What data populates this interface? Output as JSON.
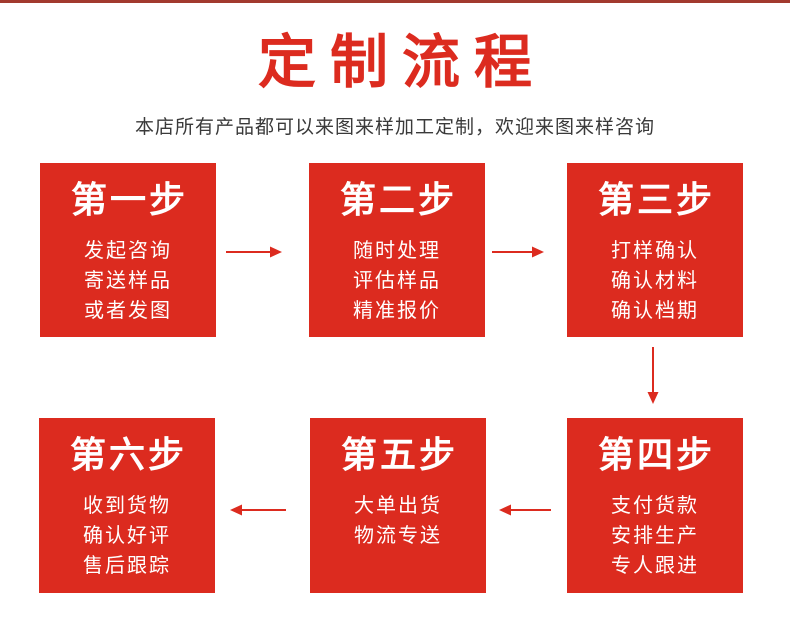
{
  "header": {
    "title": "定制流程",
    "subtitle": "本店所有产品都可以来图来样加工定制，欢迎来图来样咨询"
  },
  "colors": {
    "accent-red": "#dc2b1f",
    "top-line": "#a23a2f",
    "subtitle-text": "#3a3a3a",
    "step-text": "#ffffff"
  },
  "steps": [
    {
      "label": "第一步",
      "items": [
        "发起咨询",
        "寄送样品",
        "或者发图"
      ]
    },
    {
      "label": "第二步",
      "items": [
        "随时处理",
        "评估样品",
        "精准报价"
      ]
    },
    {
      "label": "第三步",
      "items": [
        "打样确认",
        "确认材料",
        "确认档期"
      ]
    },
    {
      "label": "第四步",
      "items": [
        "支付货款",
        "安排生产",
        "专人跟进"
      ]
    },
    {
      "label": "第五步",
      "items": [
        "大单出货",
        "物流专送"
      ]
    },
    {
      "label": "第六步",
      "items": [
        "收到货物",
        "确认好评",
        "售后跟踪"
      ]
    }
  ],
  "flow": {
    "arrows": [
      {
        "from": "第一步",
        "to": "第二步",
        "direction": "right"
      },
      {
        "from": "第二步",
        "to": "第三步",
        "direction": "right"
      },
      {
        "from": "第三步",
        "to": "第四步",
        "direction": "down"
      },
      {
        "from": "第四步",
        "to": "第五步",
        "direction": "left"
      },
      {
        "from": "第五步",
        "to": "第六步",
        "direction": "left"
      }
    ]
  }
}
